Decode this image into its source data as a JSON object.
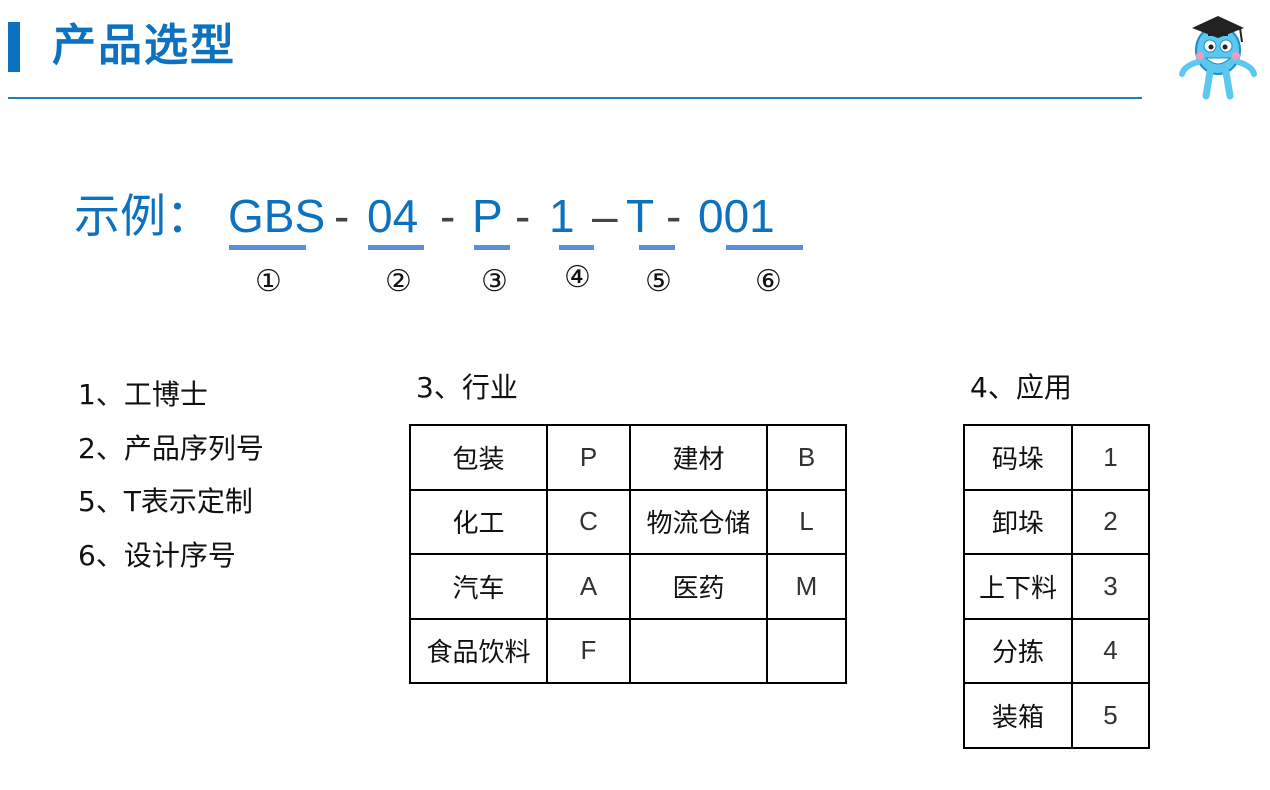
{
  "header": {
    "title": "产品选型"
  },
  "example": {
    "label": "示例：",
    "segments": [
      "GBS",
      "04",
      "P",
      "1",
      "T",
      "001"
    ],
    "separators": [
      "-",
      "-",
      "-",
      "–",
      "-"
    ],
    "markers": [
      "①",
      "②",
      "③",
      "④",
      "⑤",
      "⑥"
    ]
  },
  "legend": [
    "1、工博士",
    "2、产品序列号",
    "5、T表示定制",
    "6、设计序号"
  ],
  "industry": {
    "heading": "3、行业",
    "rows": [
      [
        "包装",
        "P",
        "建材",
        "B"
      ],
      [
        "化工",
        "C",
        "物流仓储",
        "L"
      ],
      [
        "汽车",
        "A",
        "医药",
        "M"
      ],
      [
        "食品饮料",
        "F",
        "",
        ""
      ]
    ]
  },
  "application": {
    "heading": "4、应用",
    "rows": [
      [
        "码垛",
        "1"
      ],
      [
        "卸垛",
        "2"
      ],
      [
        "上下料",
        "3"
      ],
      [
        "分拣",
        "4"
      ],
      [
        "装箱",
        "5"
      ]
    ]
  },
  "colors": {
    "accent": "#0c72bf",
    "underline": "#5b8fd6",
    "divider": "#1f7fb8"
  }
}
